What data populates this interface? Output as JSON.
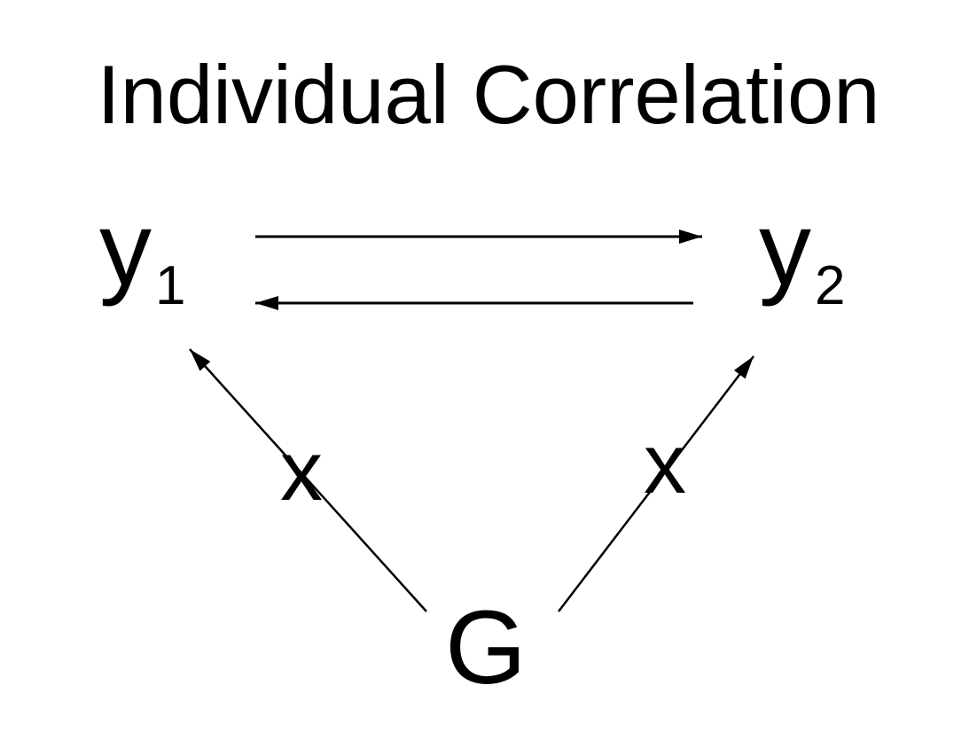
{
  "title": "Individual Correlation",
  "nodes": {
    "y1": {
      "symbol": "y",
      "subscript": "1"
    },
    "y2": {
      "symbol": "y",
      "subscript": "2"
    },
    "g": {
      "label": "G"
    }
  },
  "edges": [
    {
      "from": "y1",
      "to": "y2",
      "label": ""
    },
    {
      "from": "y2",
      "to": "y1",
      "label": ""
    },
    {
      "from": "g",
      "to": "y1",
      "label": "x"
    },
    {
      "from": "g",
      "to": "y2",
      "label": "x"
    }
  ],
  "colors": {
    "ink": "#000000",
    "background": "#ffffff"
  }
}
